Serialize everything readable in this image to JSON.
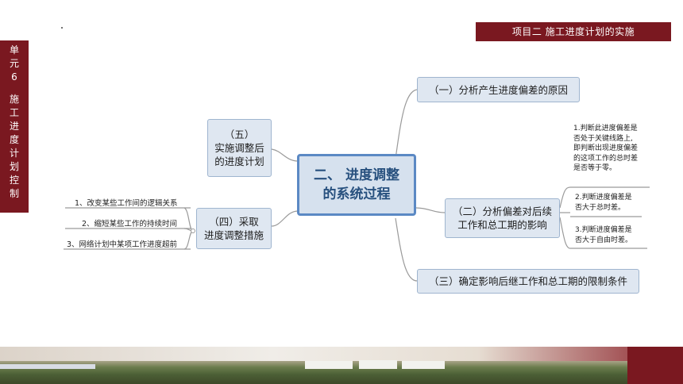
{
  "header": {
    "title": "项目二    施工进度计划的实施"
  },
  "side_tab": {
    "chars": [
      "单",
      "元",
      "6",
      "施",
      "工",
      "进",
      "度",
      "计",
      "划",
      "控",
      "制"
    ]
  },
  "mindmap": {
    "center": {
      "line1": "二、 进度调整",
      "line2": "的系统过程"
    },
    "branch1": {
      "label": "（一）分析产生进度偏差的原因"
    },
    "branch2": {
      "line1": "（二）分析偏差对后续",
      "line2": "工作和总工期的影响"
    },
    "branch3": {
      "label": "（三）确定影响后继工作和总工期的限制条件"
    },
    "branch4": {
      "line1": "（四）采取",
      "line2": "进度调整措施"
    },
    "branch5": {
      "line1": "（五）",
      "line2": "实施调整后",
      "line3": "的进度计划"
    },
    "notes": {
      "n1": [
        "1.判断此进度偏差是",
        "否处于关键线路上,",
        "即判断出现进度偏差",
        "的这项工作的总时差",
        "是否等于零。"
      ],
      "n2": [
        "2.判断进度偏差是",
        "否大于总时差。"
      ],
      "n3": [
        "3.判断进度偏差是",
        "否大于自由时差。"
      ]
    },
    "leaves": [
      "1、改变某些工作间的逻辑关系",
      "2、缩短某些工作的持续时间",
      "3、网络计划中某项工作进度超前"
    ]
  },
  "colors": {
    "accent": "#7a1820",
    "node_fill": "#dfe7f1",
    "center_border": "#5b89c4"
  }
}
